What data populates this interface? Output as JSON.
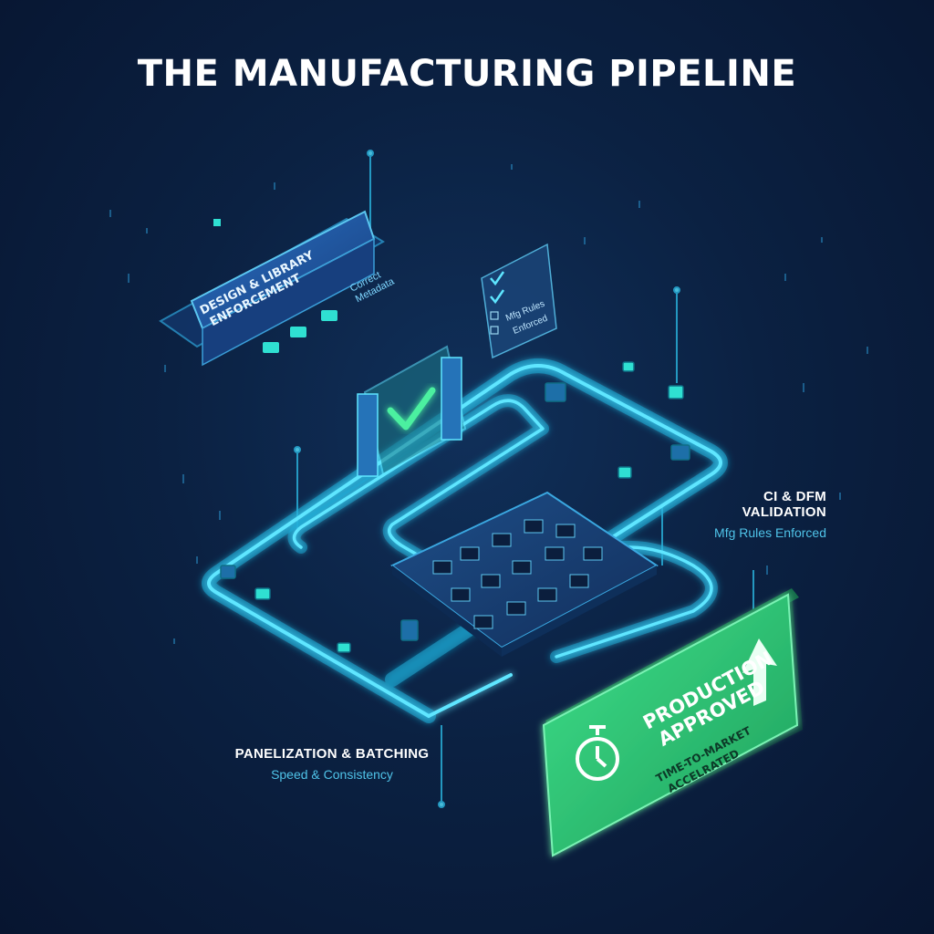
{
  "title": "THE MANUFACTURING PIPELINE",
  "stages": {
    "design": {
      "label_line1": "DESIGN & LIBRARY",
      "label_line2": "ENFORCEMENT",
      "tag_line1": "Correct",
      "tag_line2": "Metadata"
    },
    "checklist": {
      "items": [
        "Mfg Rules",
        "Enforced"
      ]
    },
    "ci": {
      "label": "CI & DFM VALIDATION",
      "sublabel": "Mfg Rules Enforced"
    },
    "panel": {
      "label": "PANELIZATION & BATCHING",
      "sublabel": "Speed & Consistency"
    },
    "production": {
      "label_line1": "PRODUCTION",
      "label_line2": "APPROVED",
      "sub_line1": "TIME-TO-MARKET",
      "sub_line2": "ACCELRATED"
    }
  },
  "colors": {
    "background": "#0b2142",
    "pipe": "#33d6f2",
    "pipe_glow": "#1aa9d6",
    "accent_green": "#2fd47a",
    "panel_blue": "#1f5aa8"
  },
  "icons": [
    "check-icon",
    "stopwatch-icon",
    "up-arrow-icon",
    "chip-icon"
  ]
}
